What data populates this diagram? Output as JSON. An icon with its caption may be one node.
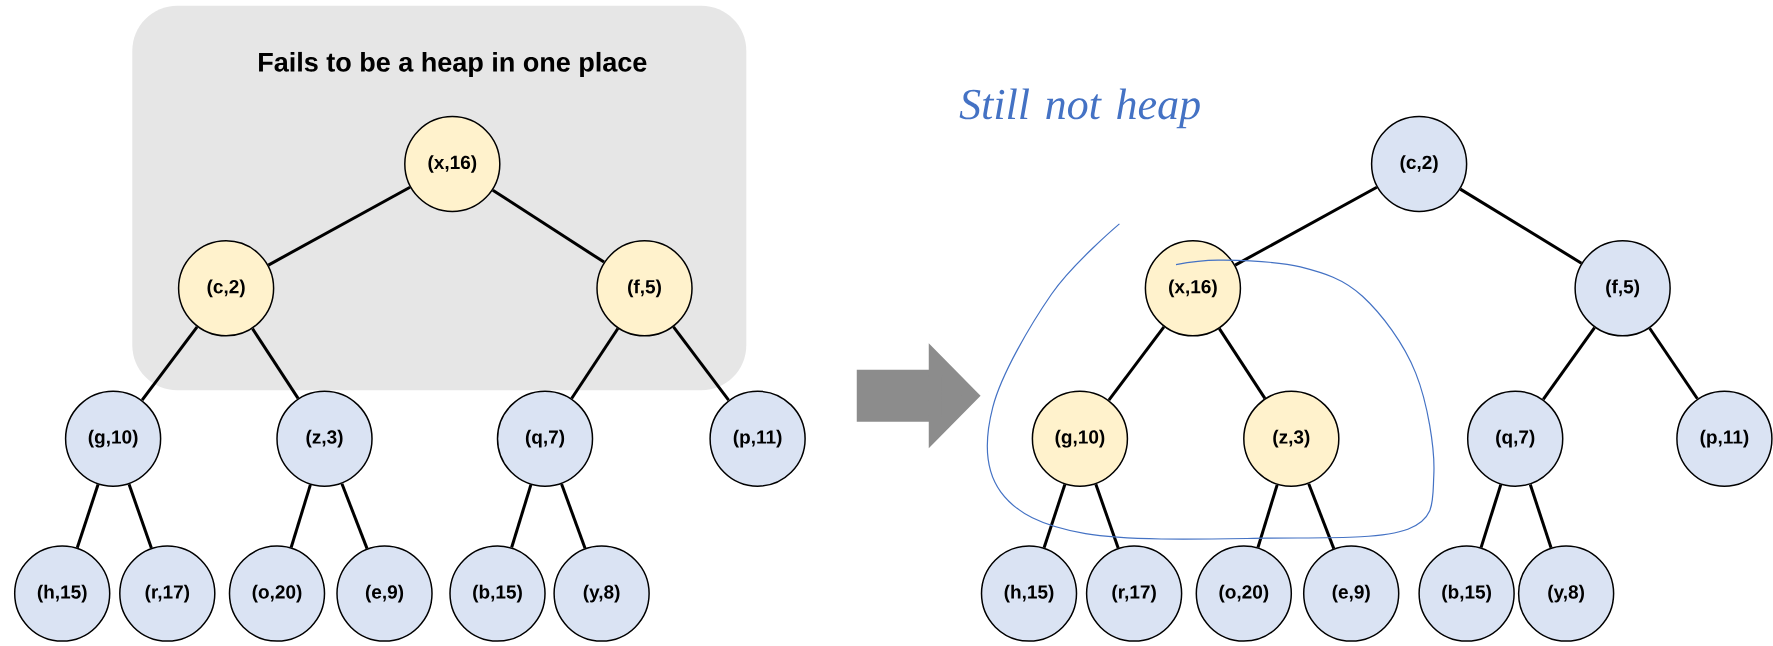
{
  "diagram": {
    "nodes": [
      {
        "text": [
          "Fails to be a heap in one place"
        ]
      },
      {
        "text": [
          "(x,16)"
        ],
        "in": 0
      },
      {
        "text": [
          "(c,2)"
        ],
        "in": 0
      },
      {
        "text": [
          "(f,5)"
        ],
        "in": 0
      },
      {
        "text": [
          "(g,10)"
        ]
      },
      {
        "text": [
          "(z,3)"
        ]
      },
      {
        "text": [
          "(q,7)"
        ]
      },
      {
        "text": [
          "(p,11)"
        ]
      },
      {
        "text": [
          "(h,15)"
        ]
      },
      {
        "text": [
          "(r,17)"
        ]
      },
      {
        "text": [
          "(o,20)"
        ]
      },
      {
        "text": [
          "(e,9)"
        ]
      },
      {
        "text": [
          "(b,15)"
        ]
      },
      {
        "text": [
          "(y,8)"
        ]
      },
      {
        "text": [
          "(c,2)"
        ]
      },
      {
        "text": [
          "(x,16)"
        ]
      },
      {
        "text": [
          "(f,5)"
        ]
      },
      {
        "text": [
          "(g,10)"
        ]
      },
      {
        "text": [
          "(z,3)"
        ]
      },
      {
        "text": [
          "(q,7)"
        ]
      },
      {
        "text": [
          "(p,11)"
        ]
      },
      {
        "text": [
          "(h,15)"
        ]
      },
      {
        "text": [
          "(r,17)"
        ]
      },
      {
        "text": [
          "(o,20)"
        ]
      },
      {
        "text": [
          "(e,9)"
        ]
      },
      {
        "text": [
          "(b,15)"
        ]
      },
      {
        "text": [
          "(y,8)"
        ]
      }
    ],
    "edges": [
      {
        "from": 1,
        "to": 2,
        "arrow": "none"
      },
      {
        "from": 1,
        "to": 3,
        "arrow": "none"
      },
      {
        "from": 2,
        "to": 4,
        "arrow": "none"
      },
      {
        "from": 2,
        "to": 5,
        "arrow": "none"
      },
      {
        "from": 3,
        "to": 6,
        "arrow": "none"
      },
      {
        "from": 3,
        "to": 7,
        "arrow": "none"
      },
      {
        "from": 4,
        "to": 8,
        "arrow": "none"
      },
      {
        "from": 4,
        "to": 9,
        "arrow": "none"
      },
      {
        "from": 5,
        "to": 10,
        "arrow": "none"
      },
      {
        "from": 5,
        "to": 11,
        "arrow": "none"
      },
      {
        "from": 6,
        "to": 12,
        "arrow": "none"
      },
      {
        "from": 6,
        "to": 13,
        "arrow": "none"
      },
      {
        "from": 14,
        "to": 15,
        "arrow": "none"
      },
      {
        "from": 14,
        "to": 16,
        "arrow": "none"
      },
      {
        "from": 15,
        "to": 17,
        "arrow": "none"
      },
      {
        "from": 15,
        "to": 18,
        "arrow": "none"
      },
      {
        "from": 16,
        "to": 19,
        "arrow": "none"
      },
      {
        "from": 16,
        "to": 20,
        "arrow": "none"
      },
      {
        "from": 17,
        "to": 21,
        "arrow": "none"
      },
      {
        "from": 17,
        "to": 22,
        "arrow": "none"
      },
      {
        "from": 18,
        "to": 23,
        "arrow": "none"
      },
      {
        "from": 18,
        "to": 24,
        "arrow": "none"
      },
      {
        "from": 19,
        "to": 25,
        "arrow": "none"
      },
      {
        "from": 19,
        "to": 26,
        "arrow": "none"
      },
      {
        "from": 7,
        "to": 17,
        "arrow": "to",
        "style": "thick",
        "color": "#8c8c8c"
      }
    ],
    "labels": [
      "Still not heap"
    ]
  }
}
